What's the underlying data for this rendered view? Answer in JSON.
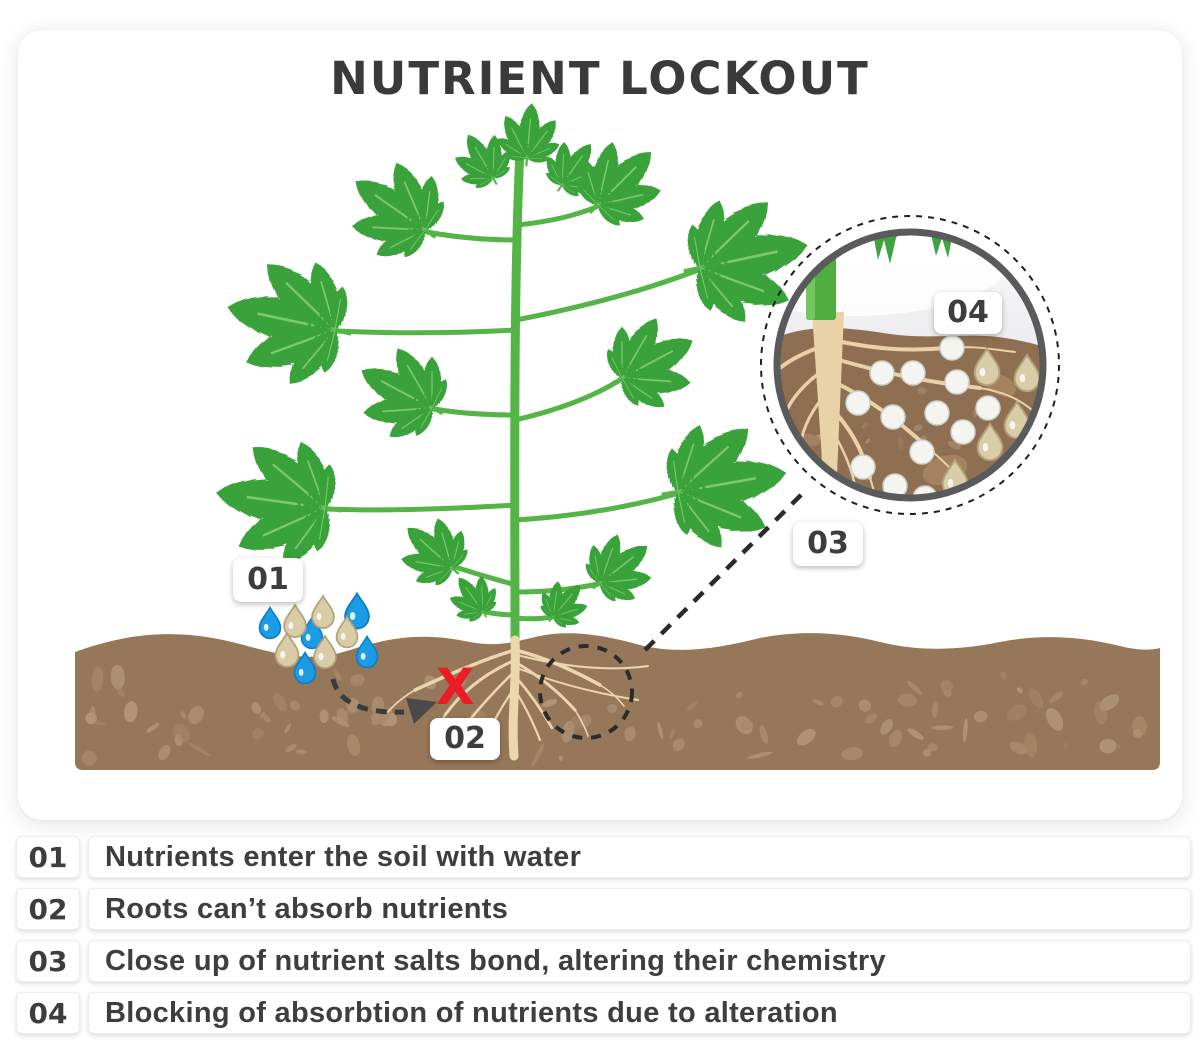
{
  "title": "NUTRIENT LOCKOUT",
  "callouts": {
    "c01": "01",
    "c02": "02",
    "c03": "03",
    "c04": "04",
    "x_mark": "X"
  },
  "legend": {
    "items": [
      {
        "num": "01",
        "text": "Nutrients enter the soil with water"
      },
      {
        "num": "02",
        "text": "Roots can’t absorb nutrients"
      },
      {
        "num": "03",
        "text": "Close up of nutrient salts bond, altering their chemistry"
      },
      {
        "num": "04",
        "text": "Blocking of absorbtion of nutrients due to alteration"
      }
    ]
  },
  "colors": {
    "soil": "#97775a",
    "soil_speckle": "#b2967a",
    "leaf_green": "#3aa23a",
    "stem_green": "#54b445",
    "root_tan": "#ecd6ae",
    "water_drop_blue": "#1b9ce4",
    "nutrient_drop_tan": "#d8cda6",
    "salt_white": "#f4f4f1",
    "x_mark_red": "#ed1c24",
    "label_text": "#3d3d3f"
  }
}
